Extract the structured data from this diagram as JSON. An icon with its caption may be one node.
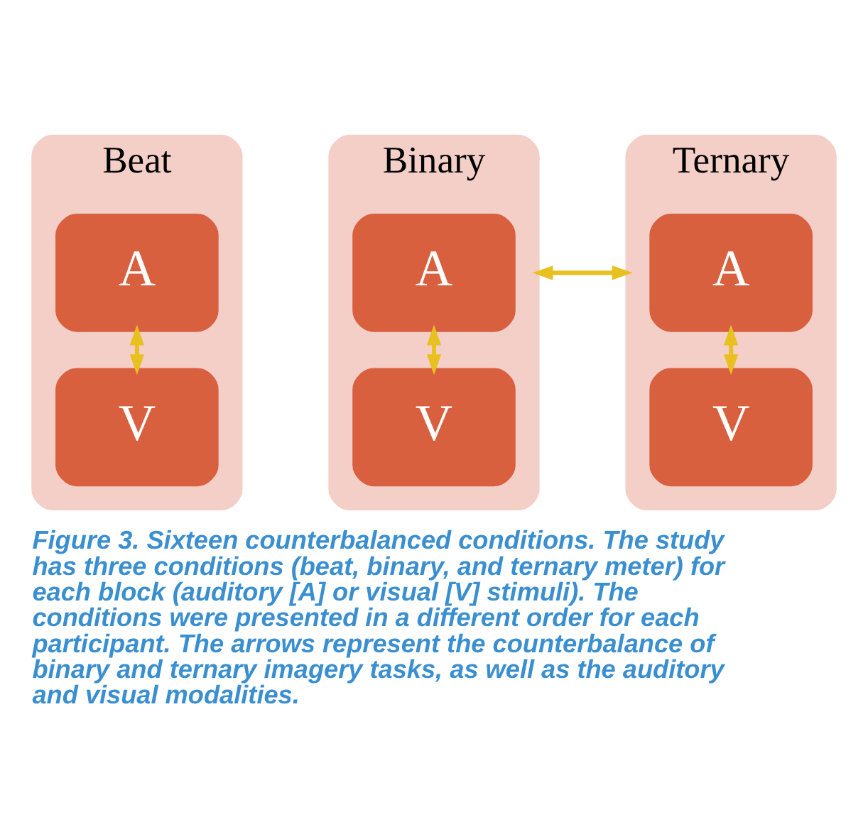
{
  "diagram": {
    "caption": "Figure 3. Sixteen counterbalanced conditions. The study has three conditions (beat, binary, and ternary meter) for each block (auditory [A] or visual [V] stimuli). The conditions were presented in a different order for each participant. The arrows represent the counterbalance of binary and ternary imagery tasks, as well as the auditory and visual modalities.",
    "nodes": [
      {
        "text": [
          "Beat"
        ]
      },
      {
        "text": [
          "A"
        ],
        "in": 0
      },
      {
        "text": [
          "V"
        ],
        "in": 0
      },
      {
        "text": [
          "Binary"
        ]
      },
      {
        "text": [
          "A"
        ],
        "in": 3
      },
      {
        "text": [
          "V"
        ],
        "in": 3
      },
      {
        "text": [
          "Ternary"
        ]
      },
      {
        "text": [
          "A"
        ],
        "in": 6
      },
      {
        "text": [
          "V"
        ],
        "in": 6
      }
    ],
    "edges": [
      {
        "from": 1,
        "to": 2,
        "arrow": "both"
      },
      {
        "from": 4,
        "to": 5,
        "arrow": "both"
      },
      {
        "from": 7,
        "to": 8,
        "arrow": "both"
      },
      {
        "from": 3,
        "to": 6,
        "arrow": "both"
      }
    ]
  }
}
